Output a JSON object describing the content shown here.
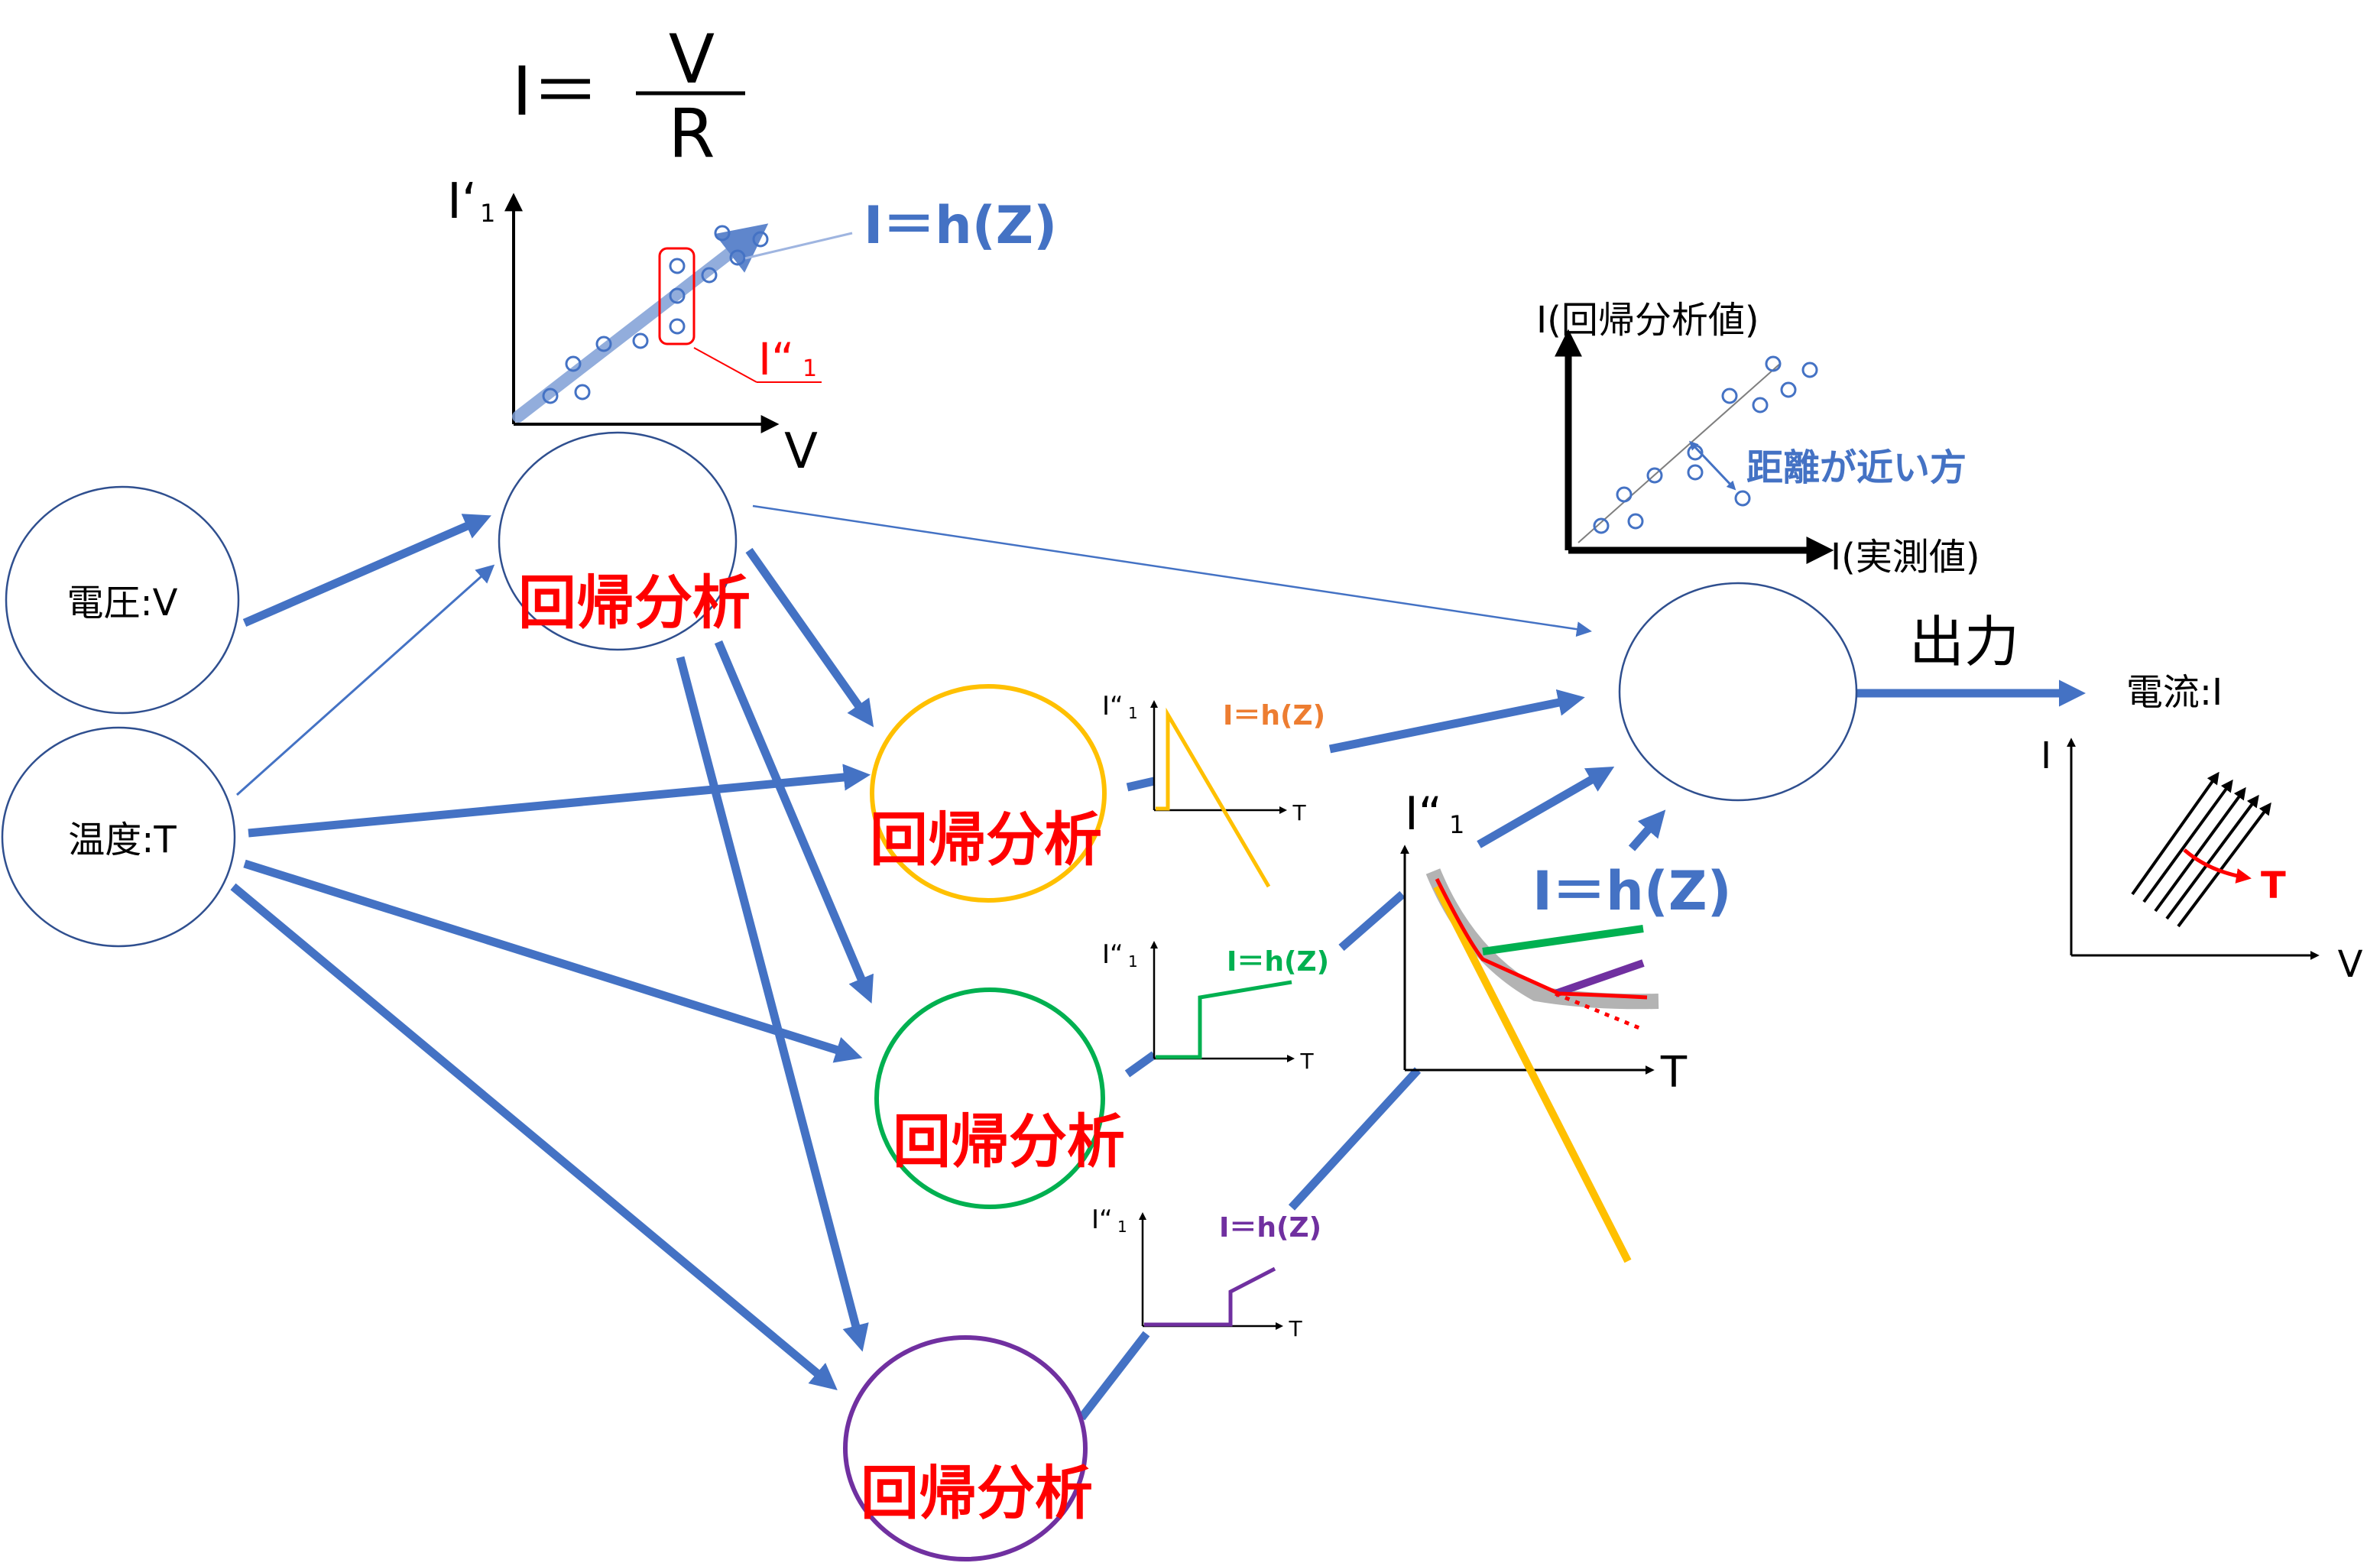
{
  "inputs": {
    "voltage_label": "電圧:V",
    "temperature_label": "温度:T"
  },
  "regression_label": "回帰分析",
  "output": {
    "label": "出力",
    "current_label": "電流:I"
  },
  "formula": {
    "lhs": "I＝",
    "numerator": "V",
    "denominator": "R",
    "model": "I＝h(Z)"
  },
  "top_graph": {
    "ylabel": "I‘",
    "ysub": "1",
    "xlabel": "V",
    "outlier_label": "I“",
    "outlier_sub": "1"
  },
  "sub_graphs": {
    "ylabel": "I“",
    "ysub": "1",
    "xlabel": "T",
    "model": "I＝h(Z)"
  },
  "combined_graph": {
    "ylabel": "I“",
    "ysub": "1",
    "xlabel": "T",
    "model": "I＝h(Z)"
  },
  "eval_graph": {
    "ylabel": "I(回帰分析値)",
    "xlabel": "I(実測値)",
    "note": "距離が近い方"
  },
  "iv_graph": {
    "ylabel": "I",
    "xlabel": "V",
    "param": "T"
  },
  "colors": {
    "arrow_blue": "#4472c4",
    "node_yellow": "#ffc000",
    "node_green": "#00b050",
    "node_purple": "#7030a0",
    "label_red": "#ff0000",
    "model_orange": "#ed7d31"
  }
}
